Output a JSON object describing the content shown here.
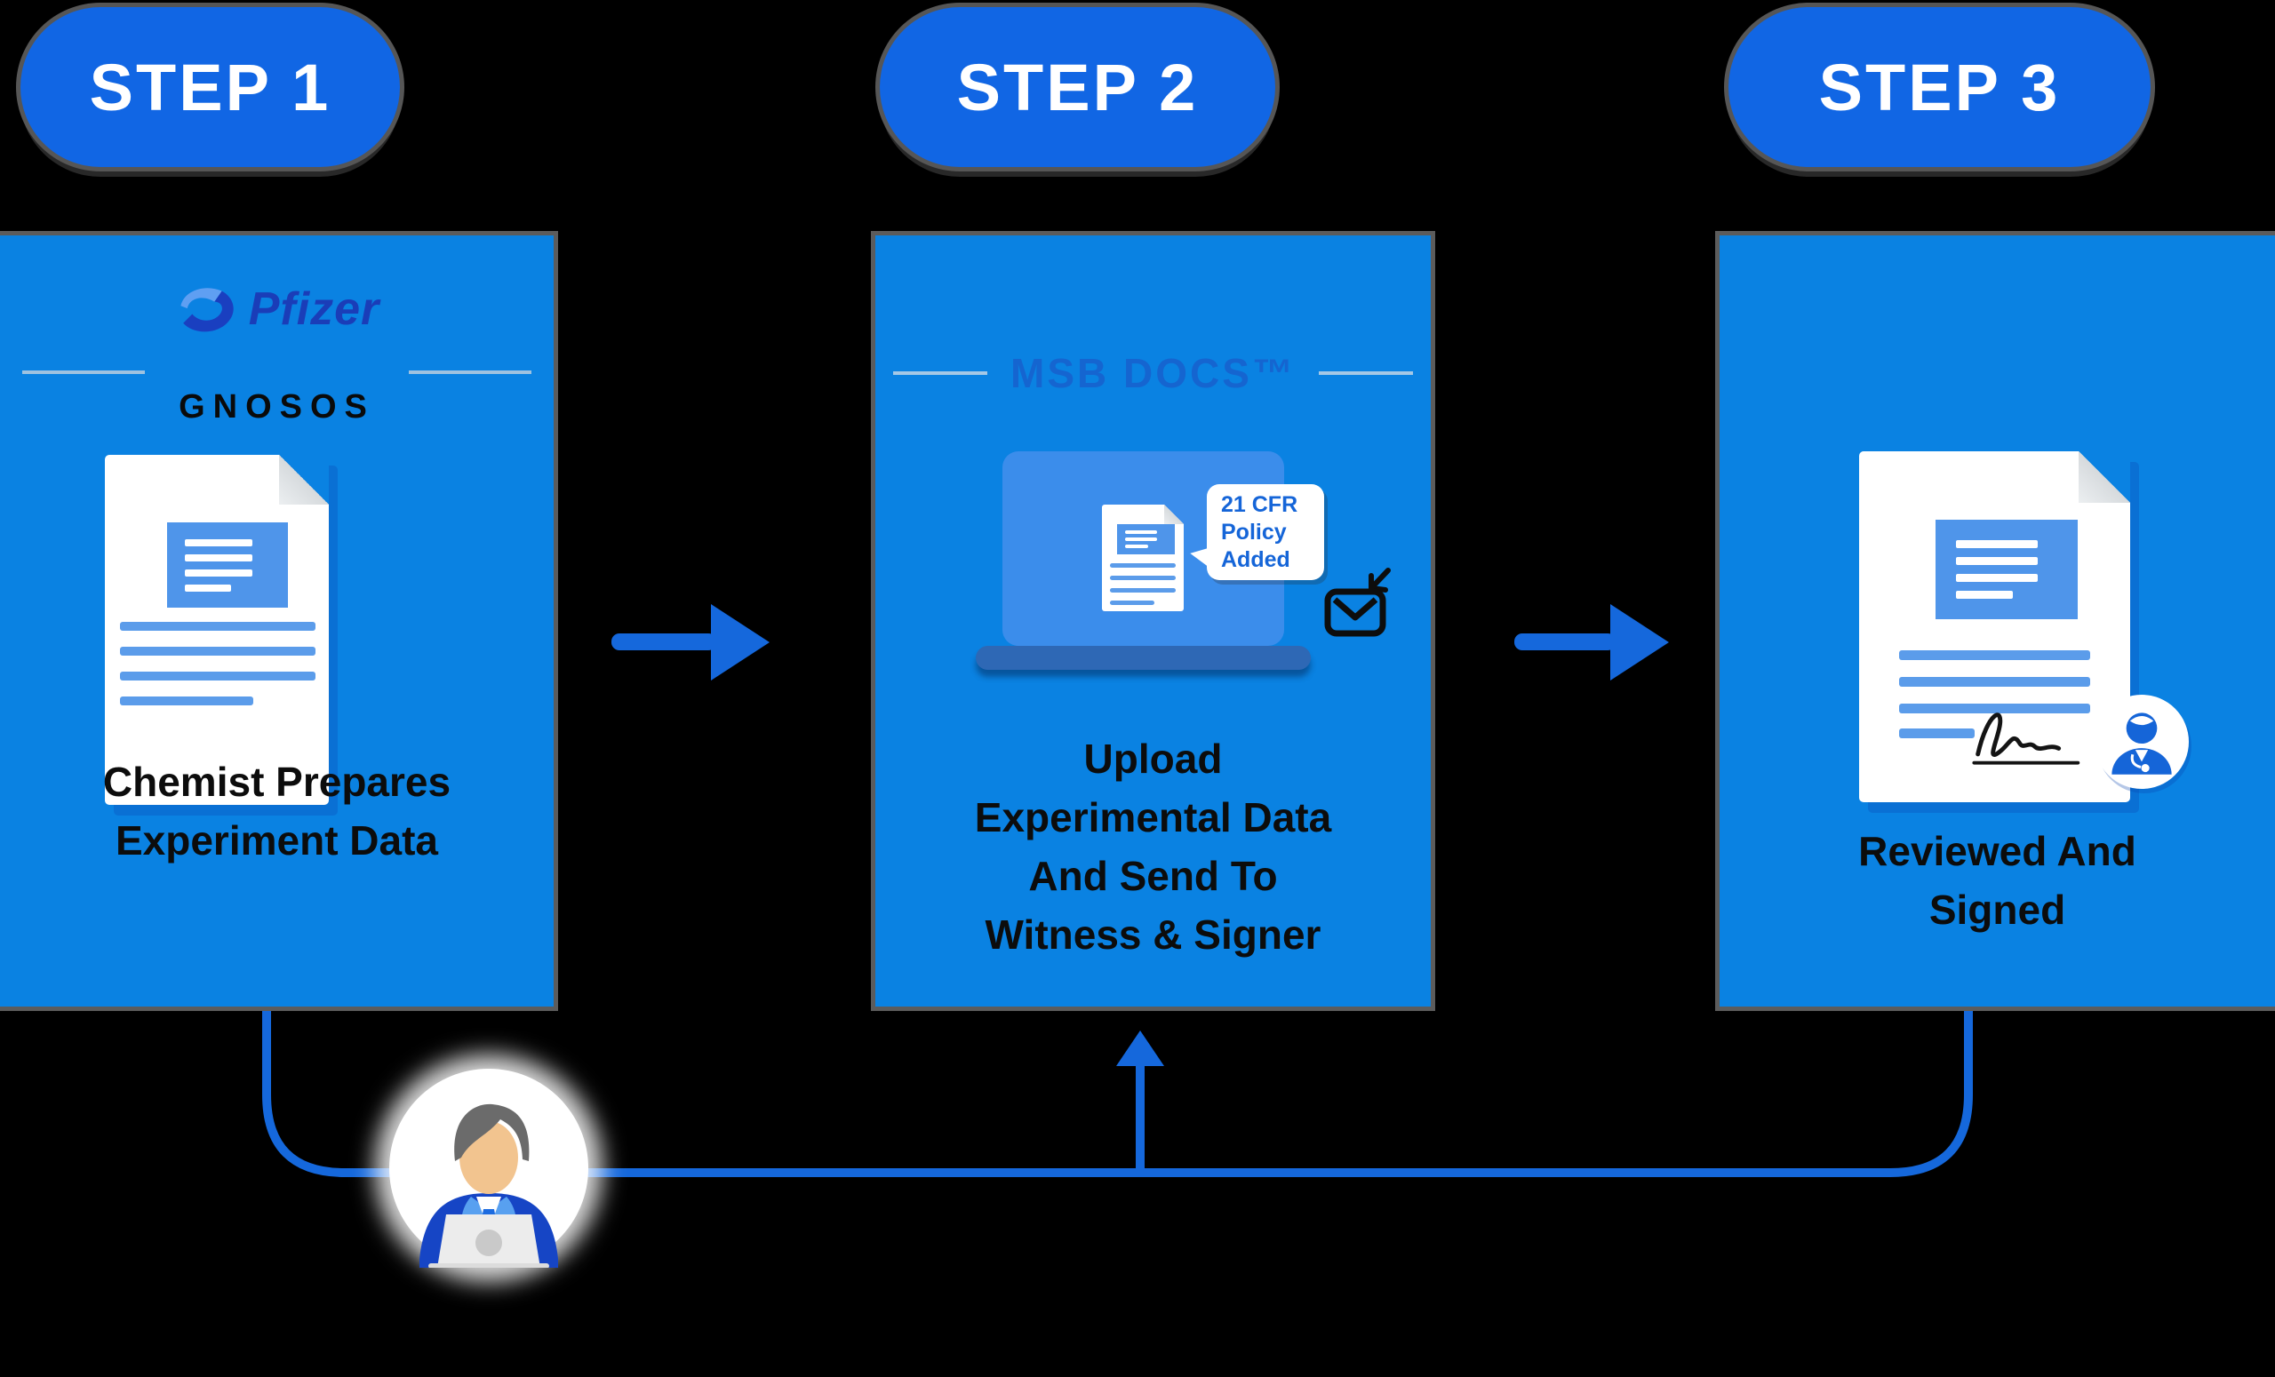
{
  "steps": [
    {
      "pill_label": "STEP 1",
      "app": {
        "brand": "Pfizer",
        "product": "GNOSOS"
      },
      "caption": "Chemist Prepares\nExperiment Data"
    },
    {
      "pill_label": "STEP 2",
      "app": {
        "brand": "MSB DOCS™"
      },
      "bubble_text": "21 CFR\nPolicy\nAdded",
      "caption": "Upload\nExperimental Data\nAnd Send To\nWitness & Signer"
    },
    {
      "pill_label": "STEP 3",
      "caption": "Reviewed And\nSigned"
    }
  ],
  "icons": {
    "step1_logo": "pfizer-swirl-icon",
    "step1_doc": "document-icon",
    "step2_device": "laptop-icon",
    "step2_mail": "envelope-receive-icon",
    "step3_doc": "signed-document-icon",
    "step3_badge": "signer-badge-icon",
    "bottom": "person-at-laptop-icon",
    "flow": [
      "arrow-right-icon",
      "arrow-up-icon"
    ]
  },
  "colors": {
    "background": "#000000",
    "pill_blue": "#1166e4",
    "card_blue": "#0a82e2",
    "connector_blue": "#1568dc",
    "navy_logo": "#1a3db8",
    "doc_accent_blue": "#4f95ea",
    "caption_black": "#0c0c0c",
    "msb_blue": "#1565d0"
  }
}
